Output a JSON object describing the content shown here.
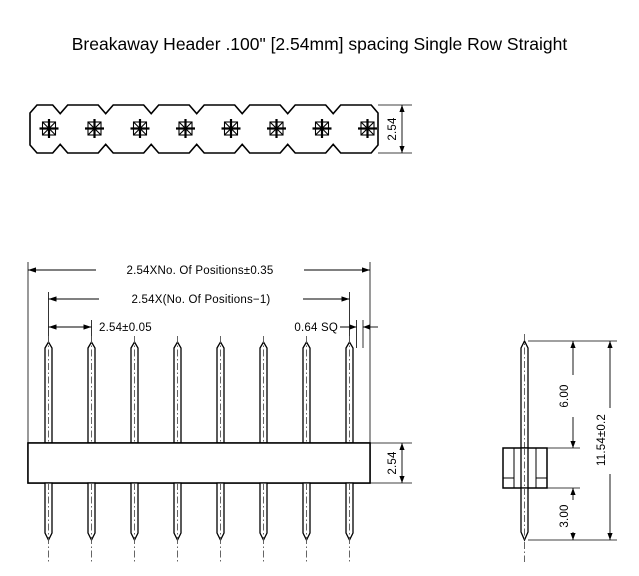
{
  "drawing": {
    "title": "Breakaway Header .100\" [2.54mm] spacing Single Row Straight",
    "positions_shown": 8,
    "background_color": "#ffffff",
    "line_color": "#000000"
  },
  "top_view": {
    "name": "top-view",
    "pin_count": 8,
    "height_dimension": "2.54"
  },
  "front_view": {
    "name": "front-view",
    "pin_count": 8,
    "dimensions": {
      "overall_length": "2.54XNo. Of Positions±0.35",
      "pin_span": "2.54X(No. Of Positions−1)",
      "pitch": "2.54±0.05",
      "pin_square": "0.64 SQ",
      "body_height": "2.54"
    }
  },
  "side_view": {
    "name": "side-view",
    "dimensions": {
      "upper_pin_length": "6.00",
      "overall_pin_length": "11.54±0.2",
      "lower_tail_length": "3.00"
    }
  }
}
